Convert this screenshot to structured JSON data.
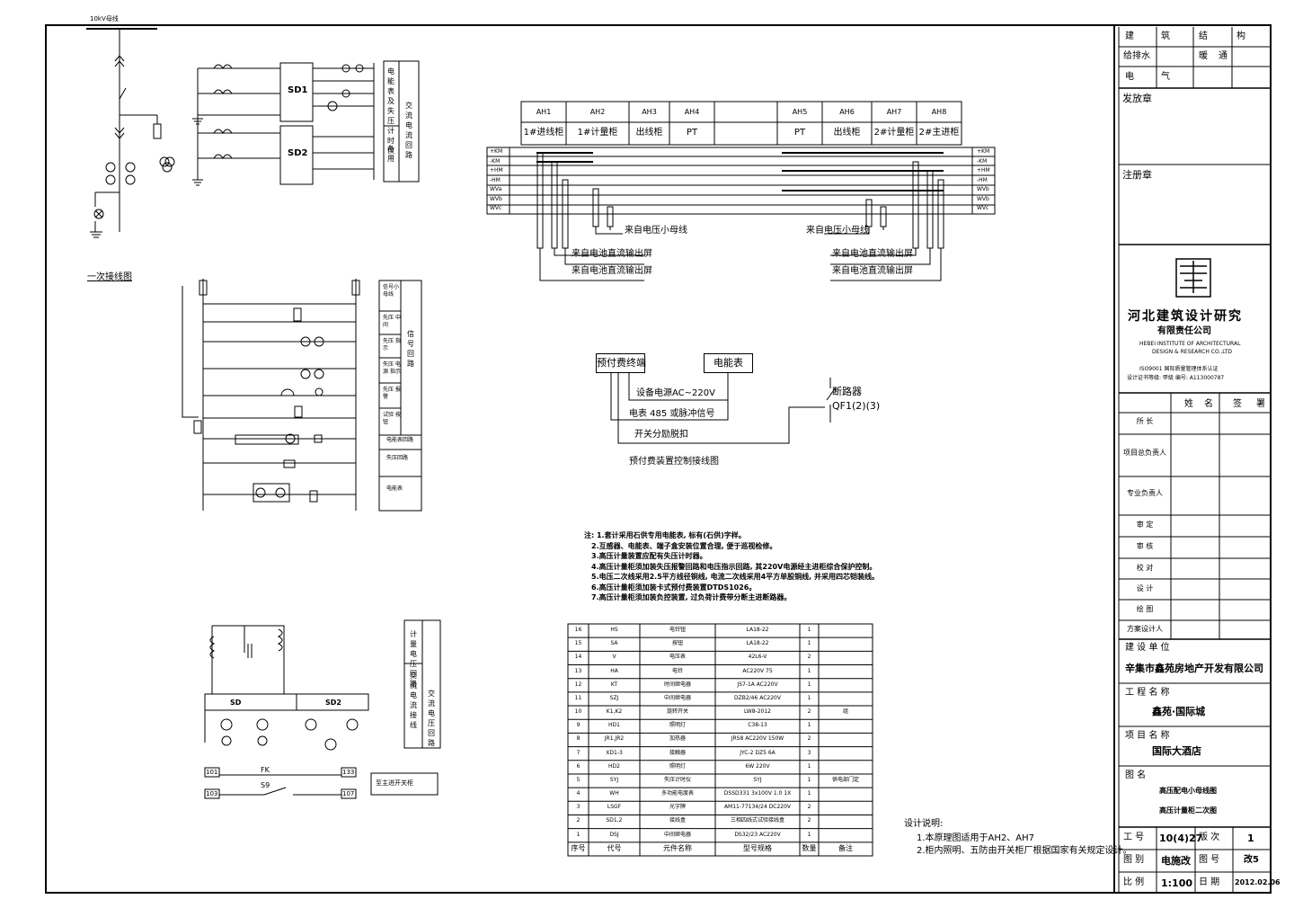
{
  "top_feed_label": "10kV母线",
  "primary_diagram_title": "一次接线图",
  "cabinet_header": {
    "codes": [
      "AH1",
      "AH2",
      "AH3",
      "AH4",
      "AH5",
      "AH6",
      "AH7",
      "AH8"
    ],
    "names": [
      "1#进线柜",
      "1#计量柜",
      "出线柜",
      "PT",
      "PT",
      "出线柜",
      "2#计量柜",
      "2#主进柜"
    ]
  },
  "bus_labels_left": [
    "+KM",
    "-KM",
    "+HM",
    "-HM",
    "WVa",
    "WVb",
    "WVc"
  ],
  "bus_labels_right": [
    "+KM",
    "-KM",
    "+HM",
    "-HM",
    "WVb",
    "WVb",
    "WVc"
  ],
  "bus_callouts": {
    "voltage_bus_left": "来自电压小母线",
    "voltage_bus_right": "来自电压小母线",
    "dc_left_1": "来自电池直流输出屏",
    "dc_left_2": "来自电池直流输出屏",
    "dc_right_1": "来自电池直流输出屏",
    "dc_right_2": "来自电池直流输出屏"
  },
  "meter_box_labels": {
    "sd1": "SD1",
    "sd2": "SD2",
    "col_a": "电能表及失压计时仪",
    "col_b": "交流电流回路",
    "col_c": "备用"
  },
  "secondary_boxes": [
    "信号小母线",
    "先压 中间",
    "先压 指示",
    "失压 电源 指示",
    "先压 报警",
    "试验 按钮",
    "电能表回路",
    "失压回路",
    "电能表"
  ],
  "secondary_side_label": "信号回路",
  "prepay": {
    "terminal": "预付费终端",
    "meter": "电能表",
    "breaker_title": "断路器",
    "breaker_code": "QF1(2)(3)",
    "line_power": "设备电源AC~220V",
    "line_signal": "电表 485 或脉冲信号",
    "line_switch": "开关分励脱扣",
    "caption": "预付费装置控制接线图"
  },
  "notes": [
    "注: 1.套计采用石供专用电能表, 标有(石供)字样。",
    "2.互感器、电能表、端子盒安装位置合理, 便于巡视检修。",
    "3.高压计量装置应配有失压计时器。",
    "4.高压计量柜须加装失压报警回路和电压指示回路, 其220V电源经主进柜综合保护控制。",
    "5.电压二次线采用2.5平方线径铜线, 电流二次线采用4平方单股铜线, 并采用四芯铠装线。",
    "6.高压计量柜须加装卡式预付费装置DTDS1026。",
    "7.高压计量柜须加装负控装置, 过负荷计费带分断主进断路器。"
  ],
  "voltage_box": {
    "sd": "SD",
    "sd2": "SD2",
    "side_a": "计量 电压 回路",
    "side_b": "交流 电流 接线",
    "side_c": "交流 电压 回路",
    "row1_left": "101",
    "row1_mid": "FK",
    "row1_right": "133",
    "row2_left": "103",
    "row2_mid": "S9",
    "row2_right": "107",
    "aux_label": "至主进开关柜"
  },
  "bom": {
    "headers": [
      "序号",
      "代号",
      "元件名称",
      "型号规格",
      "数量",
      "备注"
    ],
    "rows": [
      [
        "16",
        "HS",
        "电铃钮",
        "LA18-22",
        "1",
        ""
      ],
      [
        "15",
        "SA",
        "按钮",
        "LA18-22",
        "1",
        ""
      ],
      [
        "14",
        "V",
        "电压表",
        "42L6-V",
        "2",
        ""
      ],
      [
        "13",
        "HA",
        "电铃",
        "AC220V 75",
        "1",
        ""
      ],
      [
        "12",
        "KT",
        "时间继电器",
        "JS7-1A AC220V",
        "1",
        ""
      ],
      [
        "11",
        "SZJ",
        "中间继电器",
        "DZB2/46 AC220V",
        "1",
        ""
      ],
      [
        "10",
        "K1,K2",
        "旋转开关",
        "LW8-2012",
        "2",
        "组"
      ],
      [
        "9",
        "HD1",
        "照明灯",
        "C38-13",
        "1",
        ""
      ],
      [
        "8",
        "JR1,JR2",
        "加热器",
        "JRS8 AC220V 150W",
        "2",
        ""
      ],
      [
        "7",
        "XD1-3",
        "接触器",
        "JYC-2 DZ5 6A",
        "3",
        ""
      ],
      [
        "6",
        "HD2",
        "照明灯",
        "6W 220V",
        "1",
        ""
      ],
      [
        "5",
        "SYJ",
        "失压计时仪",
        "SYJ",
        "1",
        "供电部门定"
      ],
      [
        "4",
        "WH",
        "多功能电度表",
        "DSSD331 3x100V 1.0 1X",
        "1",
        ""
      ],
      [
        "3",
        "LSGF",
        "光字牌",
        "AM11-77134/24 DC220V",
        "2",
        ""
      ],
      [
        "2",
        "SD1,2",
        "接线盒",
        "三相四线式试验接线盒",
        "2",
        ""
      ],
      [
        "1",
        "DSJ",
        "中间继电器",
        "DS32/23 AC220V",
        "1",
        ""
      ]
    ]
  },
  "design_notes": {
    "title": "设计说明:",
    "line1": "1.本原理图适用于AH2、AH7",
    "line2": "2.柜内照明、五防由开关柜厂根据国家有关规定设计。"
  },
  "title_block": {
    "disciplines": [
      "建",
      "筑",
      "结",
      "构",
      "给排水",
      "暖",
      "通",
      "电",
      "气"
    ],
    "review_stamp": "发放章",
    "register_stamp": "注册章",
    "company_cn": "河北建筑设计研究",
    "company_cn2": "有限责任公司",
    "company_en1": "HEBEI INSTITUTE OF ARCHITECTURAL",
    "company_en2": "DESIGN & RESEARCH CO.,LTD",
    "cert1": "ISO9001 国际质量管理体系认证",
    "cert2": "设计证书等级: 甲级  编号: A113000787",
    "sign_headers": [
      "姓",
      "名",
      "签",
      "署"
    ],
    "roles": [
      "所 长",
      "项目总负责人",
      "专业负责人",
      "审 定",
      "审 核",
      "校 对",
      "设 计",
      "绘 图",
      "方案设计人"
    ],
    "client_label": "建 设 单 位",
    "client": "辛集市鑫苑房地产开发有限公司",
    "project_label": "工 程 名 称",
    "project": "鑫苑·国际城",
    "item_label": "项 目 名 称",
    "item": "国际大酒店",
    "drawing_label": "图 名",
    "drawing1": "高压配电小母线图",
    "drawing2": "高压计量柜二次图",
    "job_no_label": "工 号",
    "job_no": "10(4)27",
    "version_label": "版 次",
    "version": "1",
    "type_label": "图 别",
    "type": "电施改",
    "sheet_label": "图 号",
    "sheet": "改5",
    "scale_label": "比 例",
    "scale": "1:100",
    "date_label": "日 期",
    "date": "2012.02.06"
  }
}
